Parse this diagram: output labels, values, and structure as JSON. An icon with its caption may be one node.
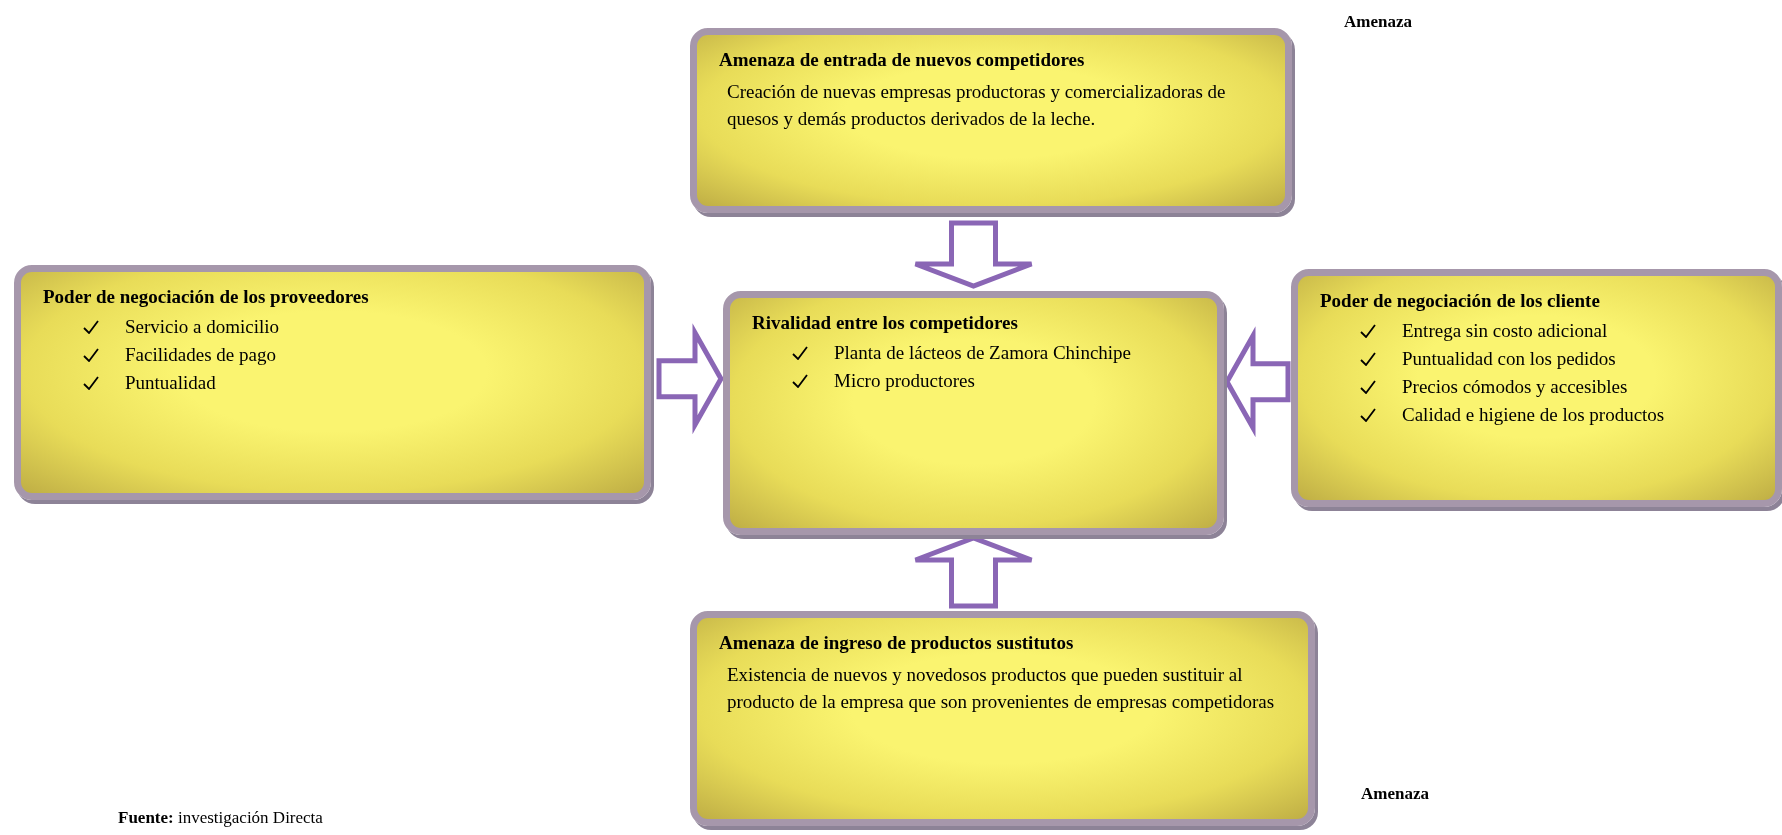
{
  "diagram": {
    "nodes": [
      {
        "text": [
          "Amenaza de entrada de nuevos competidores",
          "Creación de nuevas empresas productoras y comercializadoras de quesos y demás productos derivados de la leche."
        ]
      },
      {
        "text": [
          "Poder de negociación de los proveedores",
          "Servicio a domicilio",
          "Facilidades de pago",
          "Puntualidad"
        ]
      },
      {
        "text": [
          "Rivalidad entre los competidores",
          "Planta de lácteos de  Zamora Chinchipe",
          "Micro productores"
        ]
      },
      {
        "text": [
          "Poder de negociación de los cliente",
          "Entrega sin costo adicional",
          "Puntualidad con los pedidos",
          "Precios cómodos y accesibles",
          "Calidad e higiene de los productos"
        ]
      },
      {
        "text": [
          "Amenaza de ingreso de productos sustitutos",
          "Existencia de nuevos y novedosos productos que pueden sustituir al producto de la empresa que son  provenientes de empresas competidoras"
        ]
      }
    ],
    "edges": [
      {
        "from": 0,
        "to": 2,
        "arrow": "to"
      },
      {
        "from": 1,
        "to": 2,
        "arrow": "to"
      },
      {
        "from": 3,
        "to": 2,
        "arrow": "to"
      },
      {
        "from": 4,
        "to": 2,
        "arrow": "to"
      }
    ],
    "labels": [
      "Amenaza",
      "Amenaza",
      "**Fuente:** investigación Directa"
    ]
  }
}
